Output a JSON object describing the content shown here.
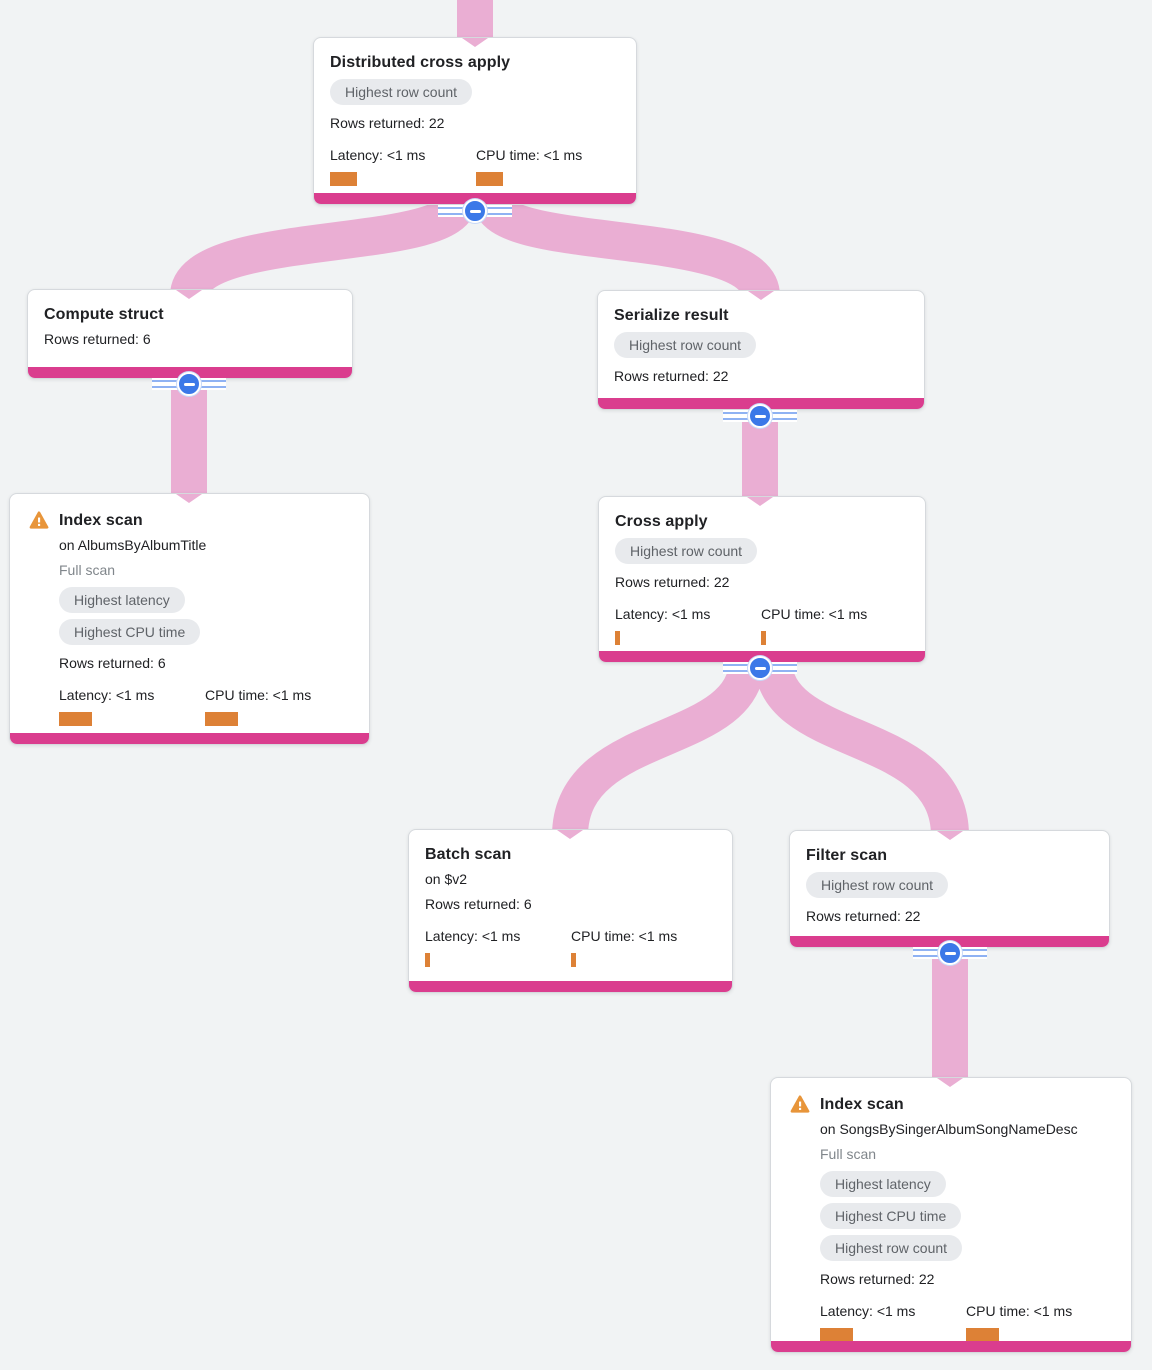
{
  "app": {
    "name": "Query execution plan graph"
  },
  "colors": {
    "bg": "#f1f3f4",
    "card": "#ffffff",
    "border": "#d6d9dd",
    "footer": "#da3d8e",
    "ribbon": "#eaaed3",
    "orange": "#dd8136",
    "badge_bg": "#e8eaed",
    "badge_text": "#5f6368",
    "title": "#202124",
    "text": "#202124",
    "muted": "#80868b",
    "blue": "#3b78e8"
  },
  "icons": {
    "warning": "warning-triangle-icon",
    "collapse": "minus-icon"
  },
  "nodes": [
    {
      "title": "Distributed cross apply",
      "badges": [
        "Highest row count"
      ],
      "rows": "Rows returned: 22",
      "latency": "Latency: <1 ms",
      "cpu": "CPU time: <1 ms",
      "latency_bar": "27px",
      "cpu_bar": "27px"
    },
    {
      "title": "Compute struct",
      "rows": "Rows returned: 6"
    },
    {
      "title": "Serialize result",
      "badges": [
        "Highest row count"
      ],
      "rows": "Rows returned: 22"
    },
    {
      "title": "Index scan",
      "on": "on AlbumsByAlbumTitle",
      "scan_type": "Full scan",
      "badges": [
        "Highest latency",
        "Highest CPU time"
      ],
      "rows": "Rows returned: 6",
      "latency": "Latency: <1 ms",
      "cpu": "CPU time: <1 ms",
      "latency_bar": "33px",
      "cpu_bar": "33px",
      "warning": true
    },
    {
      "title": "Cross apply",
      "badges": [
        "Highest row count"
      ],
      "rows": "Rows returned: 22",
      "latency": "Latency: <1 ms",
      "cpu": "CPU time: <1 ms",
      "latency_bar": "5px",
      "cpu_bar": "5px"
    },
    {
      "title": "Batch scan",
      "on": "on $v2",
      "rows": "Rows returned: 6",
      "latency": "Latency: <1 ms",
      "cpu": "CPU time: <1 ms",
      "latency_bar": "5px",
      "cpu_bar": "5px"
    },
    {
      "title": "Filter scan",
      "badges": [
        "Highest row count"
      ],
      "rows": "Rows returned: 22"
    },
    {
      "title": "Index scan",
      "on": "on SongsBySingerAlbumSongNameDesc",
      "scan_type": "Full scan",
      "badges": [
        "Highest latency",
        "Highest CPU time",
        "Highest row count"
      ],
      "rows": "Rows returned: 22",
      "latency": "Latency: <1 ms",
      "cpu": "CPU time: <1 ms",
      "latency_bar": "33px",
      "cpu_bar": "33px",
      "warning": true
    }
  ]
}
